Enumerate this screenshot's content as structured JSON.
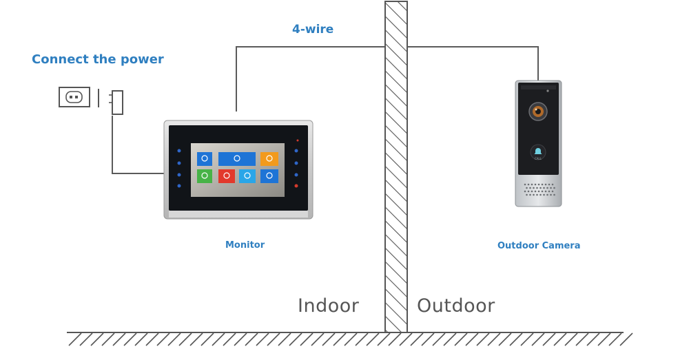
{
  "labels": {
    "power": "Connect the power",
    "wire": "4-wire",
    "monitor": "Monitor",
    "camera": "Outdoor Camera",
    "indoor": "Indoor",
    "outdoor": "Outdoor",
    "camera_call": "CALL"
  },
  "colors": {
    "accent": "#2f7fc0",
    "wire": "#5a5a5a",
    "hatch": "#444444"
  },
  "monitor_screen": {
    "tiles": [
      {
        "icon": "gear-icon",
        "color": "#1e74d6"
      },
      {
        "icon": "alarm-clock-icon",
        "color": "#1e74d6"
      },
      {
        "icon": "camera-icon",
        "color": "#f29a1c"
      },
      {
        "icon": "grid-icon",
        "color": "#47b347"
      },
      {
        "icon": "alarm-light-icon",
        "color": "#e2392c"
      },
      {
        "icon": "fan-icon",
        "color": "#2aa6e8"
      },
      {
        "icon": "chat-icon",
        "color": "#1e74d6"
      }
    ]
  }
}
